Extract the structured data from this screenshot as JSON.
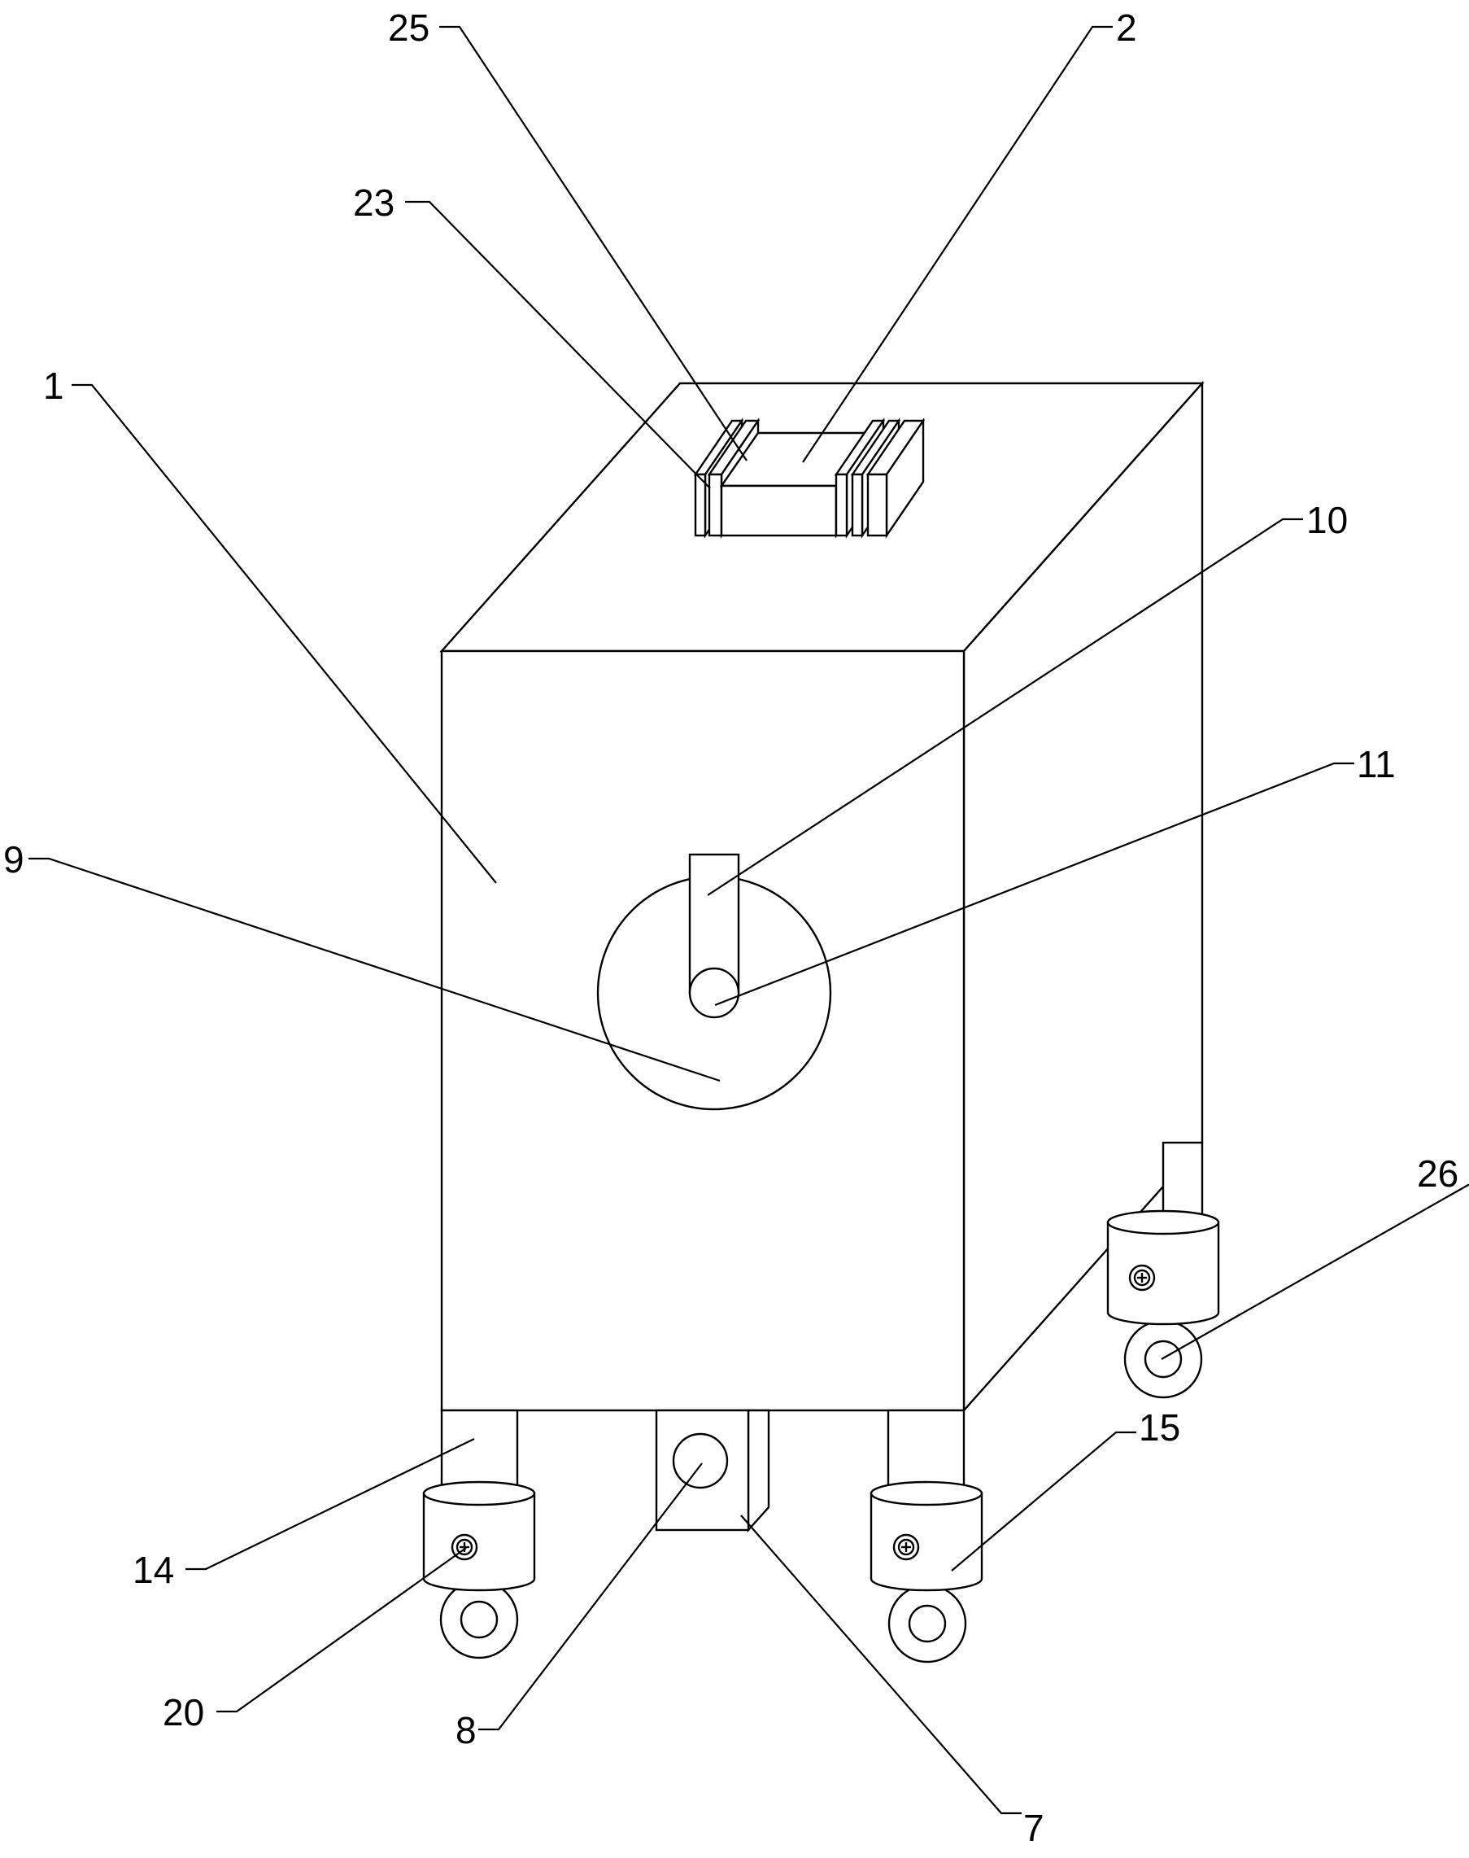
{
  "figure": {
    "line_color": "#000000",
    "background_color": "#ffffff",
    "labels": [
      {
        "id": "25",
        "text": "25",
        "part": "handle-grip-plate"
      },
      {
        "id": "2",
        "text": "2",
        "part": "top-handle"
      },
      {
        "id": "23",
        "text": "23",
        "part": "handle-mount-plate"
      },
      {
        "id": "1",
        "text": "1",
        "part": "cabinet-body"
      },
      {
        "id": "10",
        "text": "10",
        "part": "rotary-knob-lever"
      },
      {
        "id": "11",
        "text": "11",
        "part": "knob-hub"
      },
      {
        "id": "9",
        "text": "9",
        "part": "rotary-disc"
      },
      {
        "id": "26",
        "text": "26",
        "part": "rear-caster-wheel"
      },
      {
        "id": "15",
        "text": "15",
        "part": "caster-sleeve"
      },
      {
        "id": "14",
        "text": "14",
        "part": "support-leg"
      },
      {
        "id": "20",
        "text": "20",
        "part": "locking-screw"
      },
      {
        "id": "8",
        "text": "8",
        "part": "outlet-port"
      },
      {
        "id": "7",
        "text": "7",
        "part": "outlet-block"
      }
    ]
  }
}
